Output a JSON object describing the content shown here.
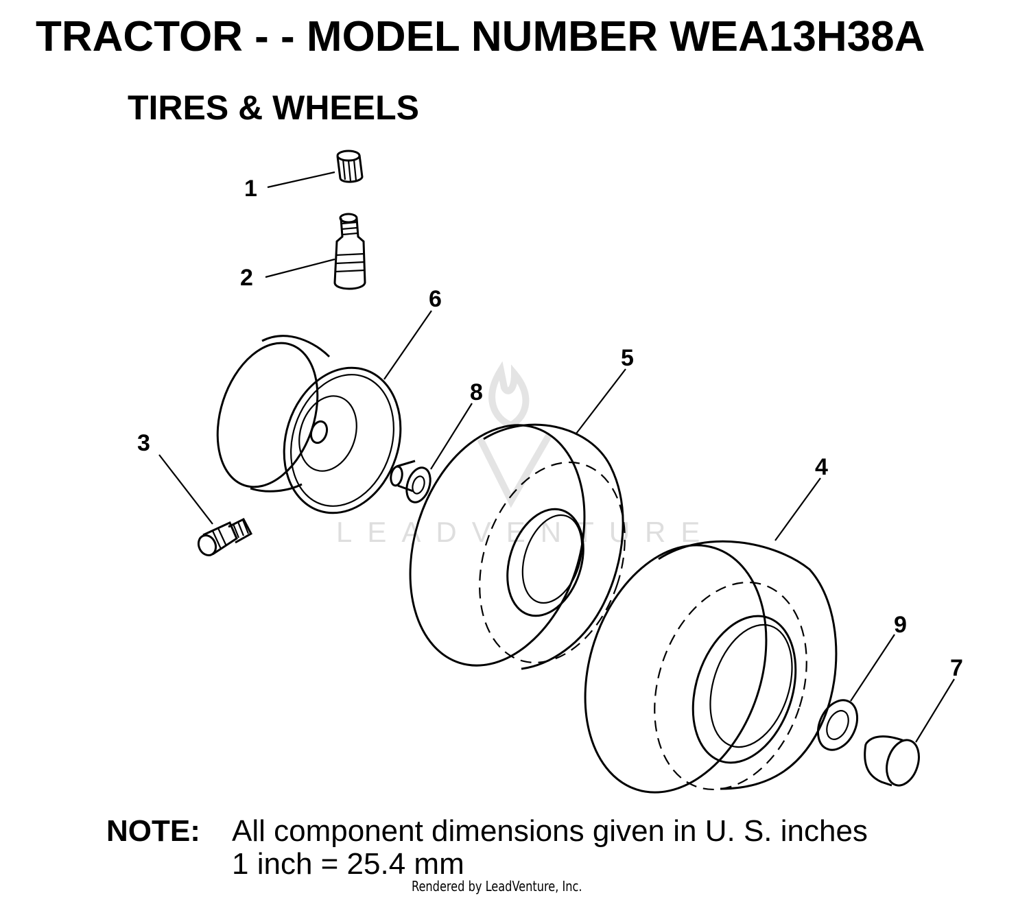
{
  "header": {
    "title": "TRACTOR - - MODEL NUMBER WEA13H38A",
    "subtitle": "TIRES & WHEELS"
  },
  "callouts": [
    "1",
    "2",
    "3",
    "4",
    "5",
    "6",
    "7",
    "8",
    "9"
  ],
  "note": {
    "label": "NOTE:",
    "line1": "All component dimensions given in U. S. inches",
    "line2": "1 inch = 25.4 mm"
  },
  "watermark": "LEADVENTURE",
  "footer": "Rendered by LeadVenture, Inc."
}
